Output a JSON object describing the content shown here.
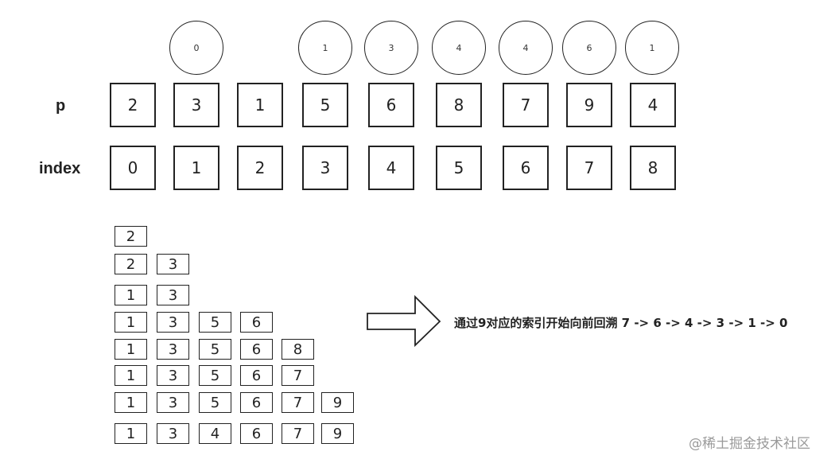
{
  "circles": [
    "0",
    "1",
    "3",
    "4",
    "4",
    "6",
    "1"
  ],
  "p_row": {
    "label": "p",
    "values": [
      "2",
      "3",
      "1",
      "5",
      "6",
      "8",
      "7",
      "9",
      "4"
    ]
  },
  "index_row": {
    "label": "index",
    "values": [
      "0",
      "1",
      "2",
      "3",
      "4",
      "5",
      "6",
      "7",
      "8"
    ]
  },
  "sequence_rows": [
    [
      "2"
    ],
    [
      "2",
      "3"
    ],
    [
      "1",
      "3"
    ],
    [
      "1",
      "3",
      "5",
      "6"
    ],
    [
      "1",
      "3",
      "5",
      "6",
      "8"
    ],
    [
      "1",
      "3",
      "5",
      "6",
      "7"
    ],
    [
      "1",
      "3",
      "5",
      "6",
      "7",
      "9"
    ],
    [
      "1",
      "3",
      "4",
      "6",
      "7",
      "9"
    ]
  ],
  "caption": "通过9对应的索引开始向前回溯 7 -> 6 -> 4 -> 3 -> 1 -> 0",
  "watermark": "@稀土掘金技术社区"
}
